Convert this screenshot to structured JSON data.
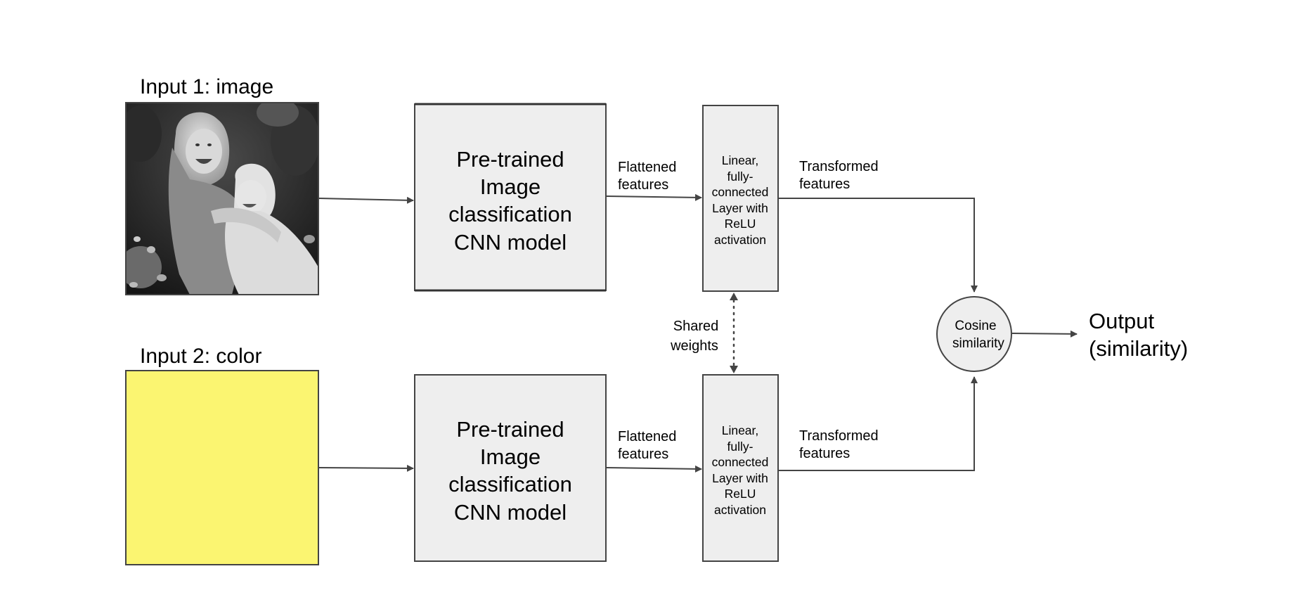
{
  "inputs": [
    {
      "title": "Input 1: image",
      "kind": "photo"
    },
    {
      "title": "Input 2: color",
      "kind": "swatch",
      "swatch_color": "#fbf571"
    }
  ],
  "cnn_model": {
    "lines": [
      "Pre-trained",
      "Image",
      "classification",
      "CNN model"
    ]
  },
  "fc_layer": {
    "lines": [
      "Linear,",
      "fully-",
      "connected",
      "Layer with",
      "ReLU",
      "activation"
    ]
  },
  "flattened_label": [
    "Flattened",
    "features"
  ],
  "transformed_label": [
    "Transformed",
    "features"
  ],
  "shared_label": [
    "Shared",
    "weights"
  ],
  "cosine": [
    "Cosine",
    "similarity"
  ],
  "output": [
    "Output",
    "(similarity)"
  ],
  "colors": {
    "box_fill": "#eeeeee",
    "stroke": "#444444",
    "swatch": "#fbf571",
    "background": "#ffffff"
  }
}
